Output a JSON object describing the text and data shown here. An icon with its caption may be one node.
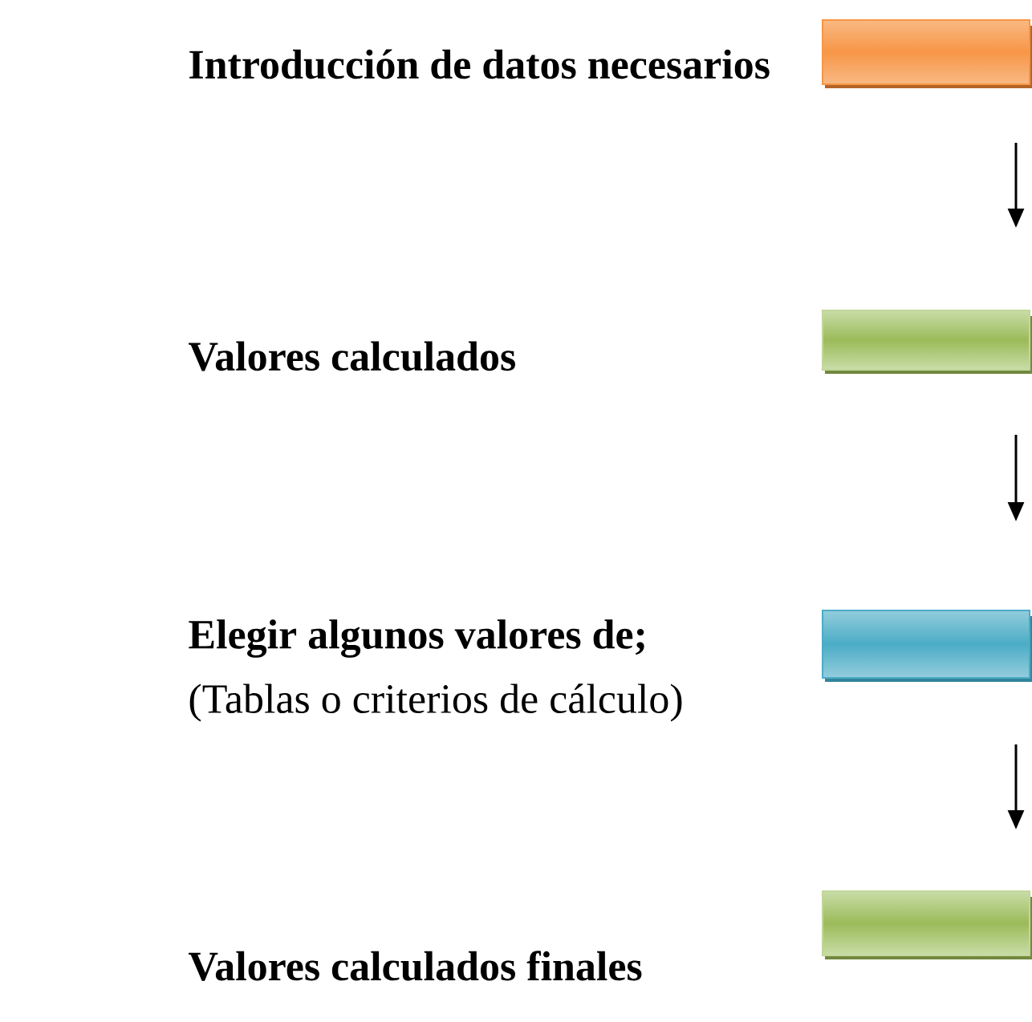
{
  "diagram": {
    "nodes": [
      {
        "text": [],
        "shape": "bar"
      },
      {
        "text": [],
        "shape": "bar"
      },
      {
        "text": [],
        "shape": "bar"
      },
      {
        "text": [],
        "shape": "bar"
      }
    ],
    "labels": [
      "Introducción de datos necesarios",
      "Valores calculados",
      "Elegir algunos valores de;",
      "(Tablas o criterios de cálculo)",
      "Valores calculados finales"
    ],
    "edges": [
      {
        "from": 0,
        "to": 1,
        "arrow": "to"
      },
      {
        "from": 1,
        "to": 2,
        "arrow": "to"
      },
      {
        "from": 2,
        "to": 3,
        "arrow": "to"
      }
    ]
  }
}
